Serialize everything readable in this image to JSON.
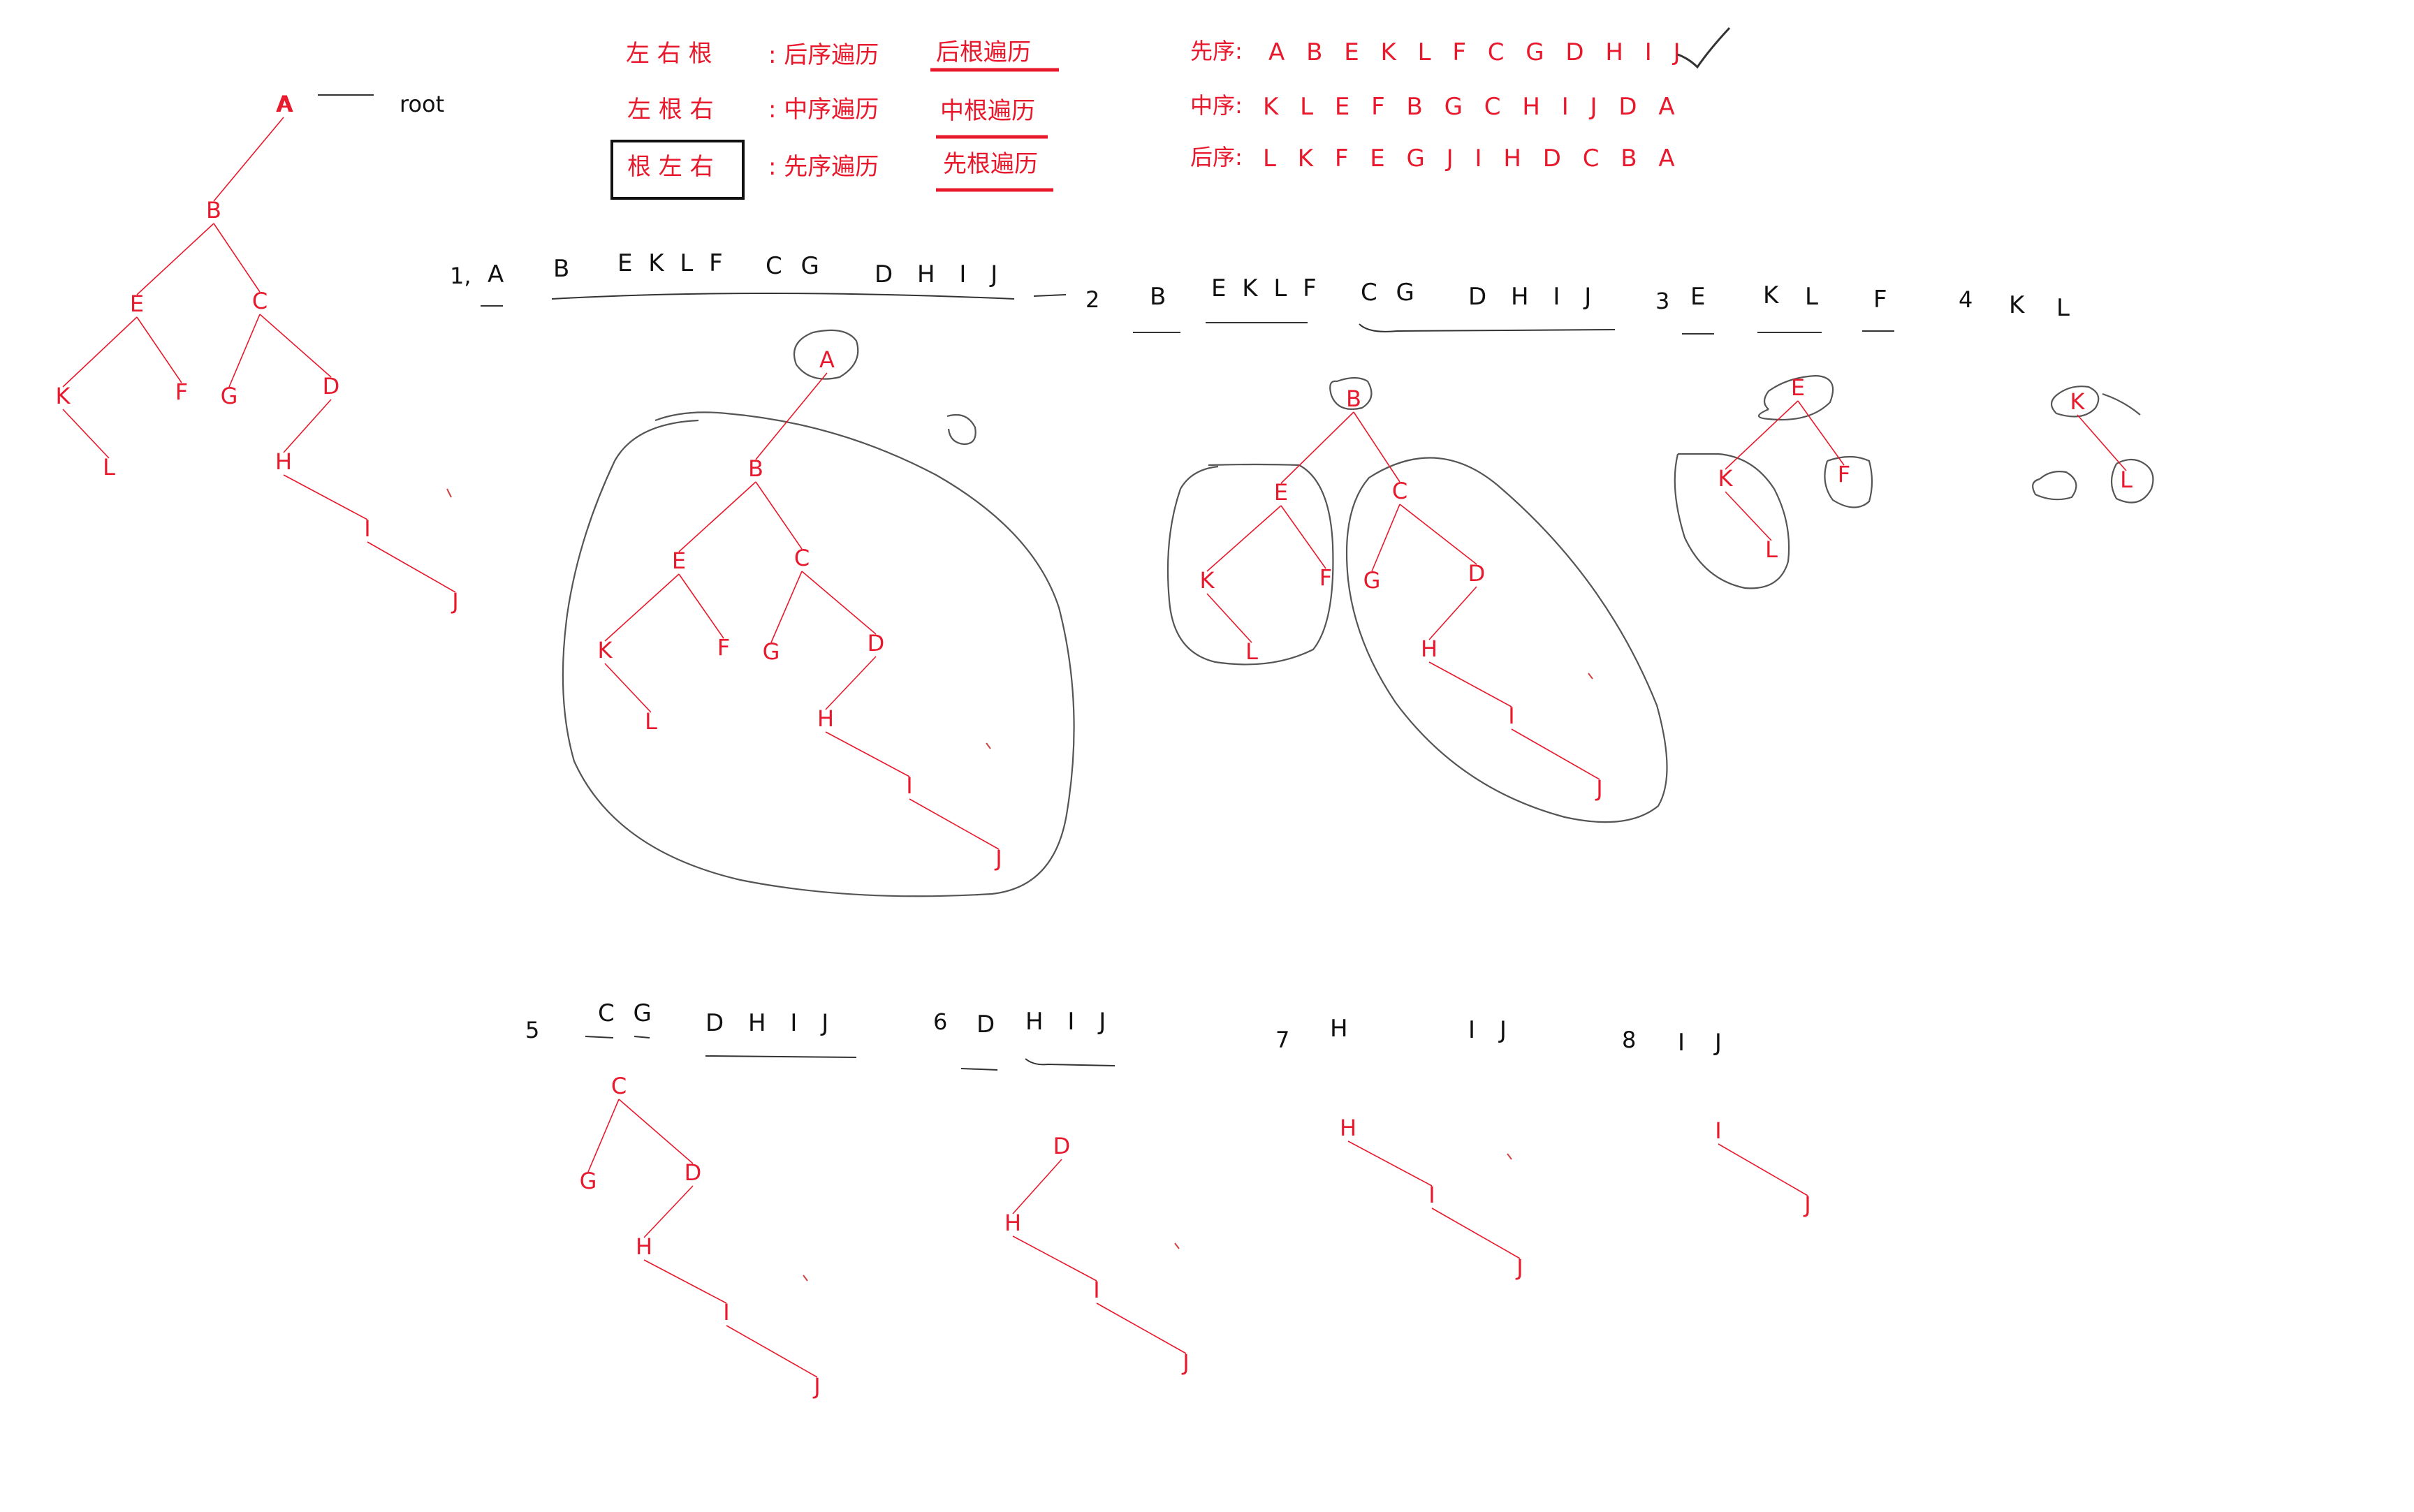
{
  "colors": {
    "red": "#e8192c",
    "ink": "#111111",
    "pencil": "#555555"
  },
  "root_label": "root",
  "orders": [
    {
      "pattern": "左 右 根",
      "desc": ": 后序遍历",
      "alias": "后根遍历"
    },
    {
      "pattern": "左 根 右",
      "desc": ": 中序遍历",
      "alias": "中根遍历"
    },
    {
      "pattern": "根 左 右",
      "desc": ": 先序遍历",
      "alias": "先根遍历"
    }
  ],
  "sequences": [
    {
      "label": "先序:",
      "value": "A B E K L F C G D H I J"
    },
    {
      "label": "中序:",
      "value": "K L E F B G C H I J D A"
    },
    {
      "label": "后序:",
      "value": "L K F E G J I H D C B A"
    }
  ],
  "steps": {
    "s1": {
      "num": "1,",
      "a": "A",
      "b": "B",
      "c": "E K L F",
      "d": "C G",
      "e": "D H I J"
    },
    "s2": {
      "num": "2",
      "a": "B",
      "b": "E K L F",
      "c": "C G",
      "d": "D H I J"
    },
    "s3": {
      "num": "3",
      "a": "E",
      "b": "K",
      "c": "L",
      "d": "F"
    },
    "s4": {
      "num": "4",
      "a": "K",
      "b": "L"
    },
    "s5": {
      "num": "5",
      "a": "C G",
      "b": "D H I J"
    },
    "s6": {
      "num": "6",
      "a": "D",
      "b": "H I J"
    },
    "s7": {
      "num": "7",
      "a": "H",
      "b": "I J"
    },
    "s8": {
      "num": "8",
      "a": "I J"
    }
  }
}
